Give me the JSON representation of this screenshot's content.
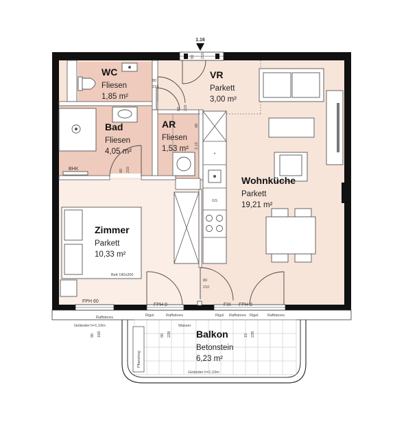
{
  "marker": {
    "label": "1.16"
  },
  "rooms": [
    {
      "key": "wc",
      "name": "WC",
      "floor": "Fliesen",
      "area": "1,85 m²"
    },
    {
      "key": "vr",
      "name": "VR",
      "floor": "Parkett",
      "area": "3,00 m²"
    },
    {
      "key": "bad",
      "name": "Bad",
      "floor": "Fliesen",
      "area": "4,05 m²"
    },
    {
      "key": "ar",
      "name": "AR",
      "floor": "Fliesen",
      "area": "1,53 m²"
    },
    {
      "key": "wohn",
      "name": "Wohnküche",
      "floor": "Parkett",
      "area": "19,21 m²"
    },
    {
      "key": "zimmer",
      "name": "Zimmer",
      "floor": "Parkett",
      "area": "10,33 m²"
    },
    {
      "key": "balkon",
      "name": "Balkon",
      "floor": "Betonstein",
      "area": "6,23 m²"
    }
  ],
  "labels": {
    "bhk": "BHK",
    "bed": "Bett 180x200",
    "fph_left": "FPH 60",
    "fph_mid": "FPH 0",
    "fix": "FIX",
    "fph_right": "FPH 0",
    "railing_left": "Geländer h=1,10m",
    "railing_bottom": "Geländer h=1,10m",
    "wasser": "Wasser",
    "pflanztrog": "Pflanztrog",
    "rigol1": "Rigol",
    "raff1": "Raffstores",
    "rigol2": "Rigol",
    "raff2": "Raffstores",
    "rigol3": "Rigol",
    "raff3": "Raffstores",
    "raff_left": "Raffstores"
  },
  "doors": {
    "entry_a": "90",
    "entry_b": "210",
    "wc_a": "80",
    "wc_b": "210",
    "ar_a": "80",
    "ar_b": "210",
    "ar_side_a": "80",
    "ar_side_b": "2,13",
    "bad_a": "80",
    "bad_b": "210",
    "main_a": "80",
    "main_b": "210",
    "win_l_a": "90",
    "win_l_b": "168",
    "win_m_a": "90",
    "win_m_b": "228",
    "win_r_a": "15",
    "win_r_b": "228"
  },
  "colors": {
    "parkett": "#f8e5da",
    "fliesen": "#efcbbd",
    "wall": "#111111"
  }
}
